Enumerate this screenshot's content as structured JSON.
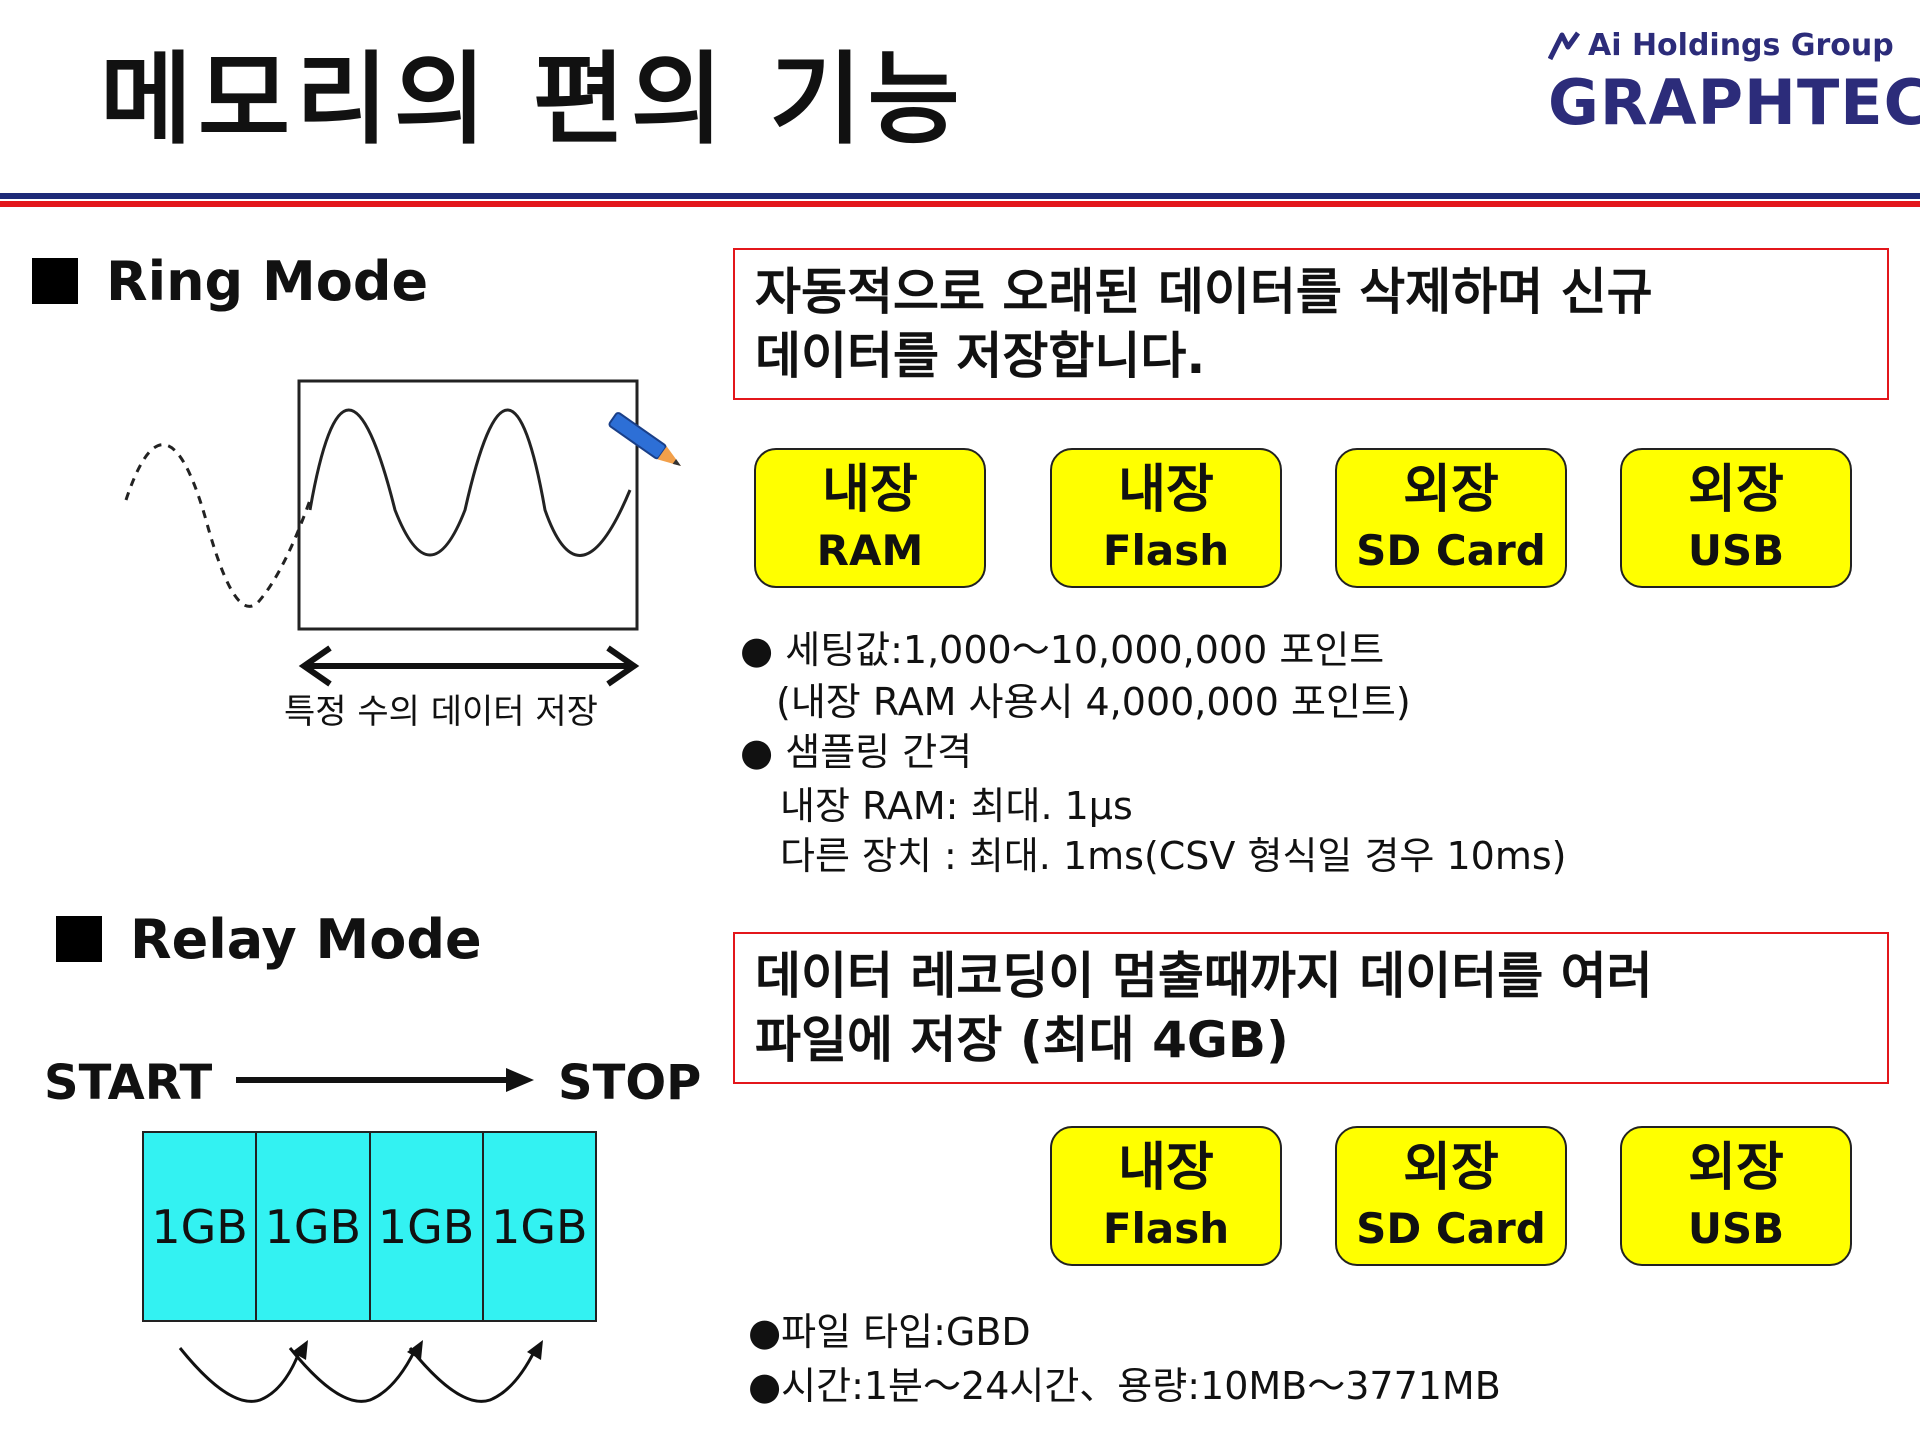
{
  "header": {
    "title": "메모리의 편의 기능",
    "logo_group": "Ai Holdings Group",
    "logo_brand": "GRAPHTEC"
  },
  "ring_mode": {
    "heading": "Ring Mode",
    "callout": [
      "자동적으로 오래된 데이터를 삭제하며 신규",
      "데이터를 저장합니다."
    ],
    "storage": [
      {
        "top": "내장",
        "bottom": "RAM"
      },
      {
        "top": "내장",
        "bottom": "Flash"
      },
      {
        "top": "외장",
        "bottom": "SD Card"
      },
      {
        "top": "외장",
        "bottom": "USB"
      }
    ],
    "diagram_caption": "특정 수의 데이터 저장",
    "notes": [
      "● 세팅값:1,000～10,000,000 포인트",
      "(내장 RAM 사용시  4,000,000 포인트)",
      "● 샘플링 간격",
      "내장 RAM: 최대. 1μs",
      "다른 장치 : 최대. 1ms(CSV 형식일 경우 10ms)"
    ]
  },
  "relay_mode": {
    "heading": "Relay Mode",
    "start_label": "START",
    "stop_label": "STOP",
    "blocks": [
      "1GB",
      "1GB",
      "1GB",
      "1GB"
    ],
    "callout": [
      "데이터 레코딩이 멈출때까지 데이터를 여러",
      "파일에 저장 (최대 4GB)"
    ],
    "storage": [
      {
        "top": "내장",
        "bottom": "Flash"
      },
      {
        "top": "외장",
        "bottom": "SD Card"
      },
      {
        "top": "외장",
        "bottom": "USB"
      }
    ],
    "notes": [
      "●파일 타입:GBD",
      "●시간:1분～24시간、용량:10MB～3771MB"
    ]
  },
  "colors": {
    "accent_red": "#e3161b",
    "stripe_blue": "#1e2a78",
    "storage_yellow": "#ffff00",
    "relay_cyan": "#33f2f2",
    "logo_navy": "#2c2c7a"
  }
}
